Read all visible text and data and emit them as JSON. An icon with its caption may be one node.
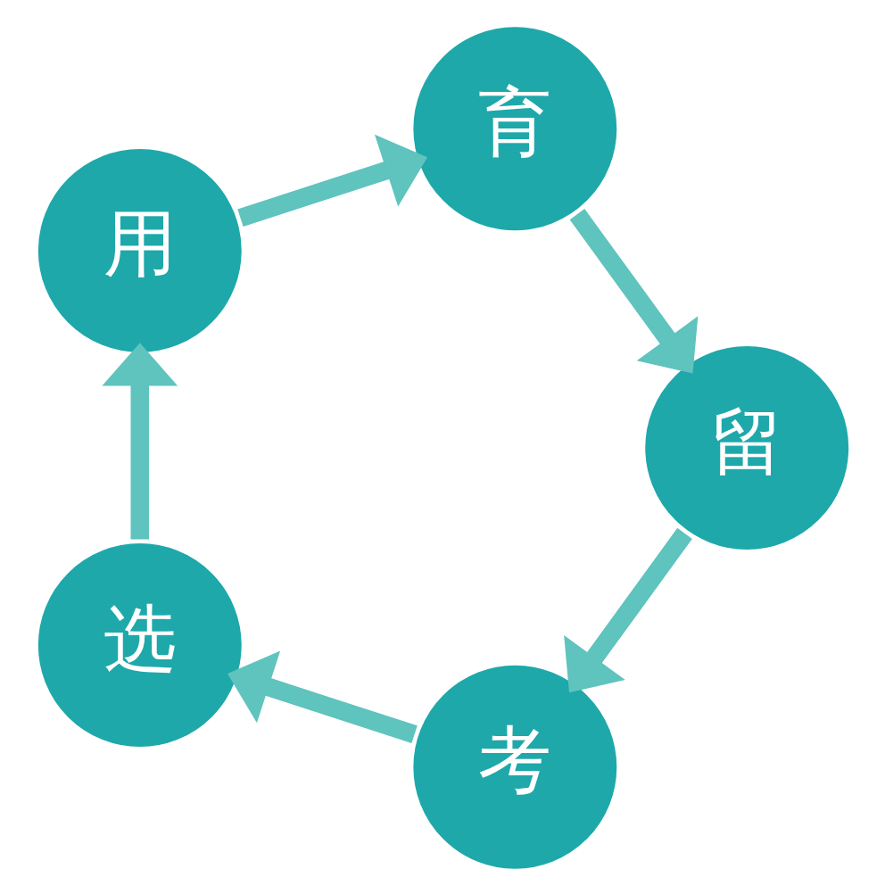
{
  "diagram": {
    "nodes": [
      {
        "text": [
          "选"
        ]
      },
      {
        "text": [
          "用"
        ]
      },
      {
        "text": [
          "育"
        ]
      },
      {
        "text": [
          "留"
        ]
      },
      {
        "text": [
          "考"
        ]
      }
    ],
    "edges": [
      {
        "from": 0,
        "to": 1,
        "arrow": "to"
      },
      {
        "from": 1,
        "to": 2,
        "arrow": "to"
      },
      {
        "from": 2,
        "to": 3,
        "arrow": "to"
      },
      {
        "from": 3,
        "to": 4,
        "arrow": "to"
      },
      {
        "from": 4,
        "to": 0,
        "arrow": "to"
      }
    ]
  }
}
